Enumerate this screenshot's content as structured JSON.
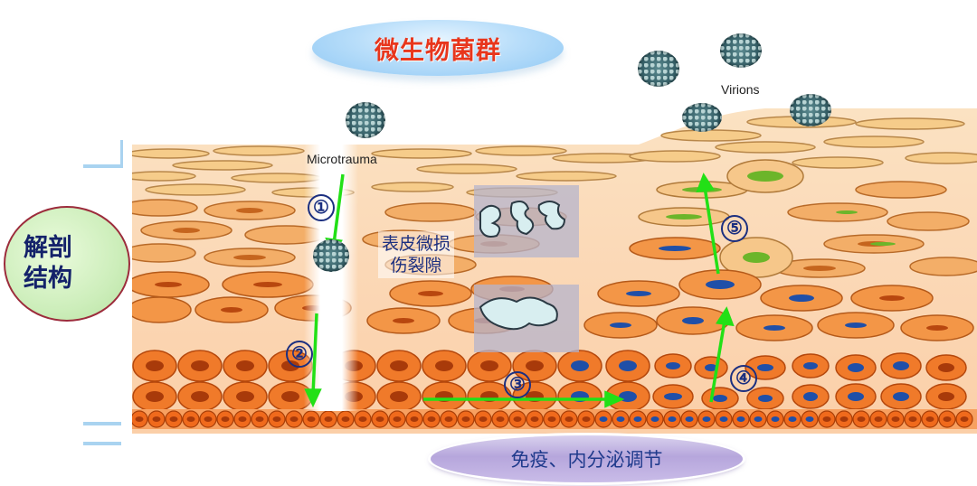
{
  "header": {
    "microbiota_label": "微生物菌群"
  },
  "left_panel": {
    "anatomy_label_line1": "解剖",
    "anatomy_label_line2": "结构"
  },
  "footer": {
    "immune_label": "免疫、内分泌调节"
  },
  "diagram": {
    "microtrauma_label": "Microtrauma",
    "virions_label": "Virions",
    "injury_label_line1": "表皮微损",
    "injury_label_line2": "伤裂隙",
    "steps": [
      "①",
      "②",
      "③",
      "④",
      "⑤"
    ],
    "colors": {
      "arrow": "#22e016",
      "step_circle": "#1b2f80",
      "basal_cell": "#f06a1c",
      "cornified_cell": "#f6cc8a",
      "infected_nucleus": "#1f4fa8",
      "late_nucleus": "#6cb52a"
    }
  }
}
